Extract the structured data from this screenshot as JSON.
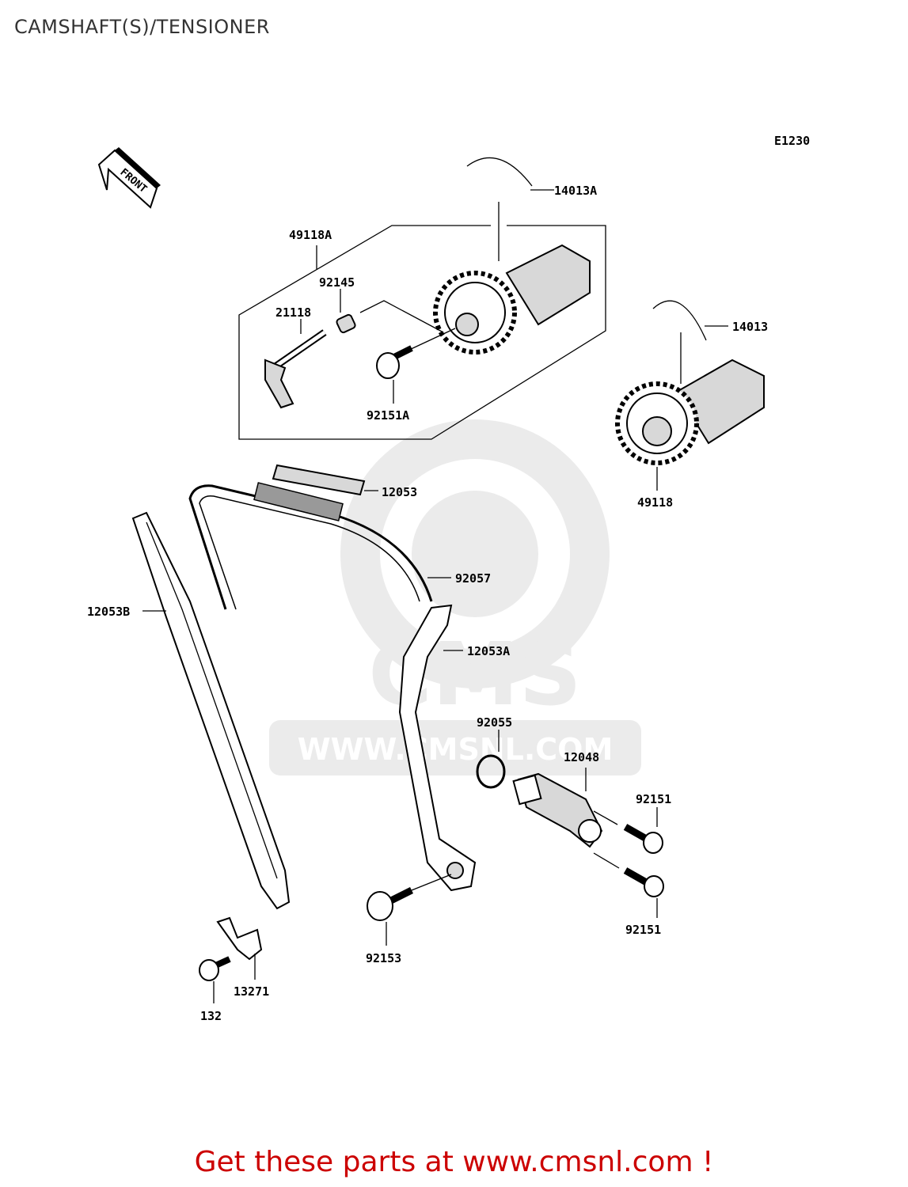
{
  "page": {
    "title": "CAMSHAFT(S)/TENSIONER",
    "footer": "Get these parts at www.cmsnl.com !",
    "diagram_code": "E1230",
    "front_label": "FRONT"
  },
  "watermark": {
    "logo_text": "CMS",
    "url_text": "WWW.CMSNL.COM"
  },
  "parts": {
    "p14013A": "14013A",
    "p49118A": "49118A",
    "p92145": "92145",
    "p21118": "21118",
    "p92151A": "92151A",
    "p14013": "14013",
    "p49118": "49118",
    "p12053": "12053",
    "p92057": "92057",
    "p12053B": "12053B",
    "p12053A": "12053A",
    "p92055": "92055",
    "p12048": "12048",
    "p92151_top": "92151",
    "p92151_bottom": "92151",
    "p92153": "92153",
    "p13271": "13271",
    "p132": "132"
  },
  "colors": {
    "footer": "#cc0000",
    "title": "#333333",
    "watermark": "#ebebeb"
  }
}
